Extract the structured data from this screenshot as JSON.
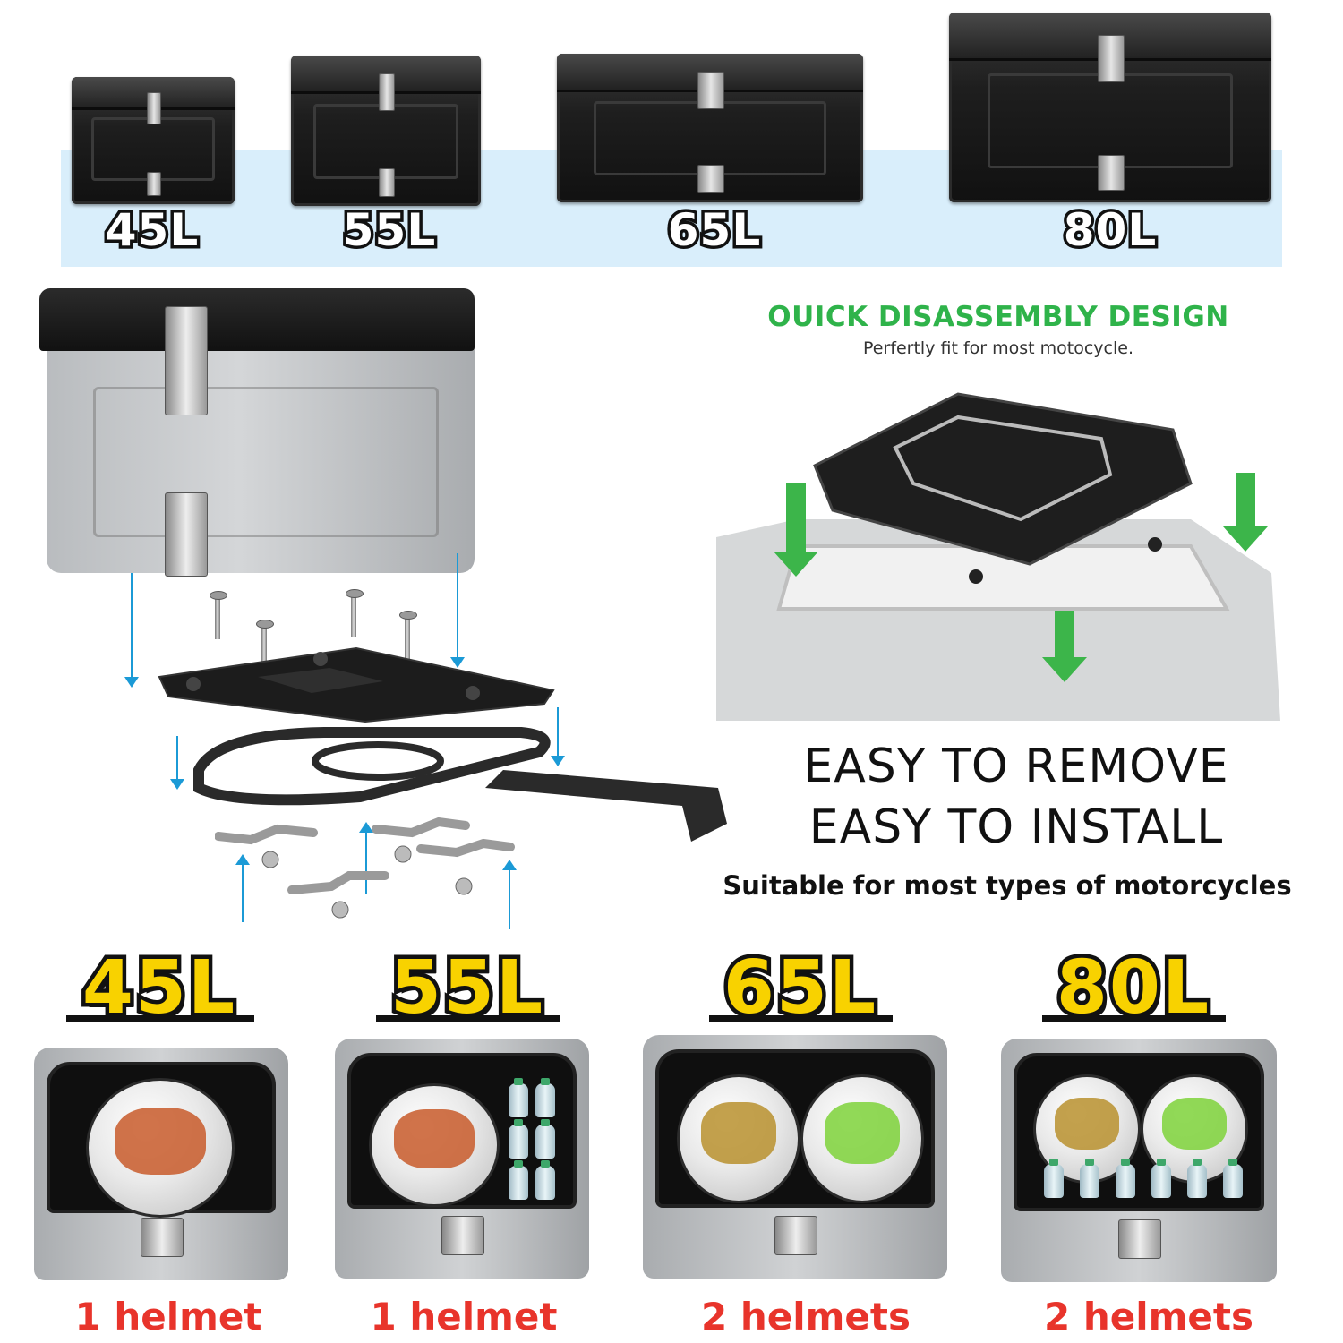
{
  "top_sizes": [
    "45L",
    "55L",
    "65L",
    "80L"
  ],
  "quick": {
    "title": "OUICK DISASSEMBLY DESIGN",
    "subtitle": "Perfertly fit for most motocycle."
  },
  "easy": {
    "line1": "EASY TO REMOVE",
    "line2": "EASY TO INSTALL",
    "suitable": "Suitable for most types of motorcycles"
  },
  "bottom": [
    {
      "size": "45L",
      "capacity": "1 helmet"
    },
    {
      "size": "55L",
      "capacity": "1 helmet"
    },
    {
      "size": "65L",
      "capacity": "2 helmets"
    },
    {
      "size": "80L",
      "capacity": "2 helmets"
    }
  ],
  "colors": {
    "band": "#d9eefb",
    "green": "#3cb54a",
    "yellow": "#f8d200",
    "red": "#e8342b",
    "arrow_blue": "#1b9ad6"
  }
}
